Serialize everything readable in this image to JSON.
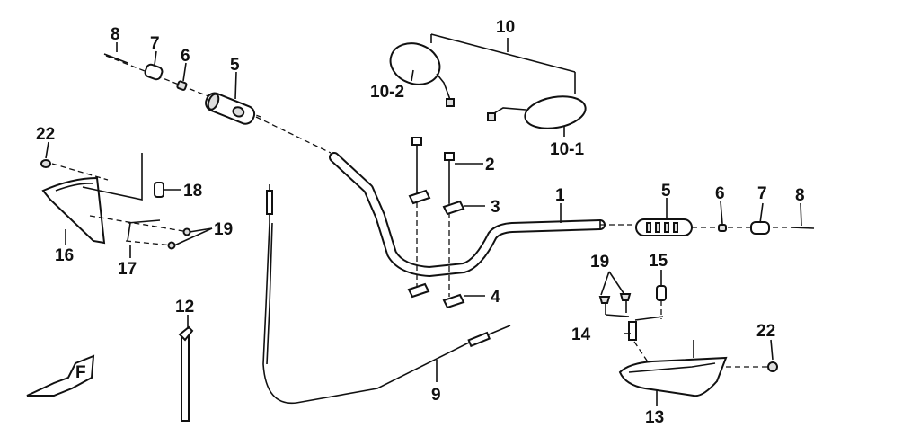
{
  "callouts": {
    "c1": "1",
    "c2": "2",
    "c3": "3",
    "c4": "4",
    "c5_left": "5",
    "c5_right": "5",
    "c6_left": "6",
    "c6_right": "6",
    "c7_left": "7",
    "c7_right": "7",
    "c8_left": "8",
    "c8_right": "8",
    "c9": "9",
    "c10": "10",
    "c10_1": "10-1",
    "c10_2": "10-2",
    "c12": "12",
    "c13": "13",
    "c14": "14",
    "c15": "15",
    "c16": "16",
    "c17": "17",
    "c18": "18",
    "c19_left": "19",
    "c19_right": "19",
    "c22_left": "22",
    "c22_right": "22"
  },
  "front_marker": "F",
  "colors": {
    "ink": "#111111",
    "background": "#ffffff"
  }
}
